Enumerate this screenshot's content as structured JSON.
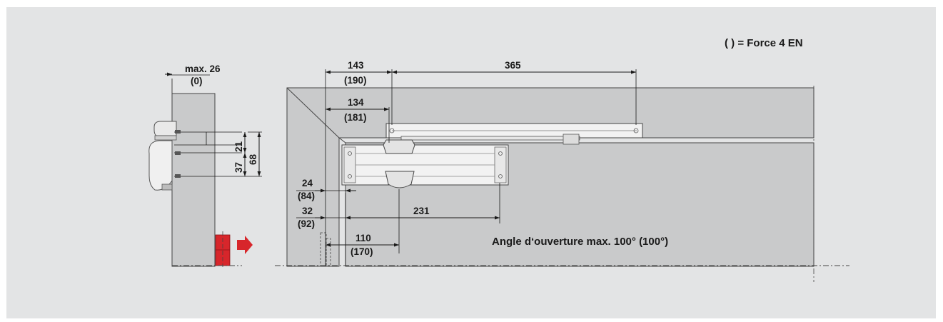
{
  "legend": {
    "text": "( ) = Force 4 EN"
  },
  "side_view": {
    "top_offset": "max. 26",
    "top_offset_alt": "(0)",
    "hole_spacing": "21",
    "body_height": "37",
    "total_height": "68"
  },
  "front_view": {
    "arm_offset": "143",
    "arm_offset_alt": "(190)",
    "arm_length": "365",
    "closer_offset": "134",
    "closer_offset_alt": "(181)",
    "edge_offset": "24",
    "edge_offset_alt": "(84)",
    "frame_offset": "32",
    "frame_offset_alt": "(92)",
    "body_length": "231",
    "axis_offset": "110",
    "axis_offset_alt": "(170)"
  },
  "note": {
    "text": "Angle d‘ouverture max. 100° (100°)"
  },
  "colors": {
    "background": "#e3e4e5",
    "wall": "#c9cacb",
    "closer": "#f2f2f2",
    "line": "#1a1a1a",
    "marker": "#d7262b"
  }
}
